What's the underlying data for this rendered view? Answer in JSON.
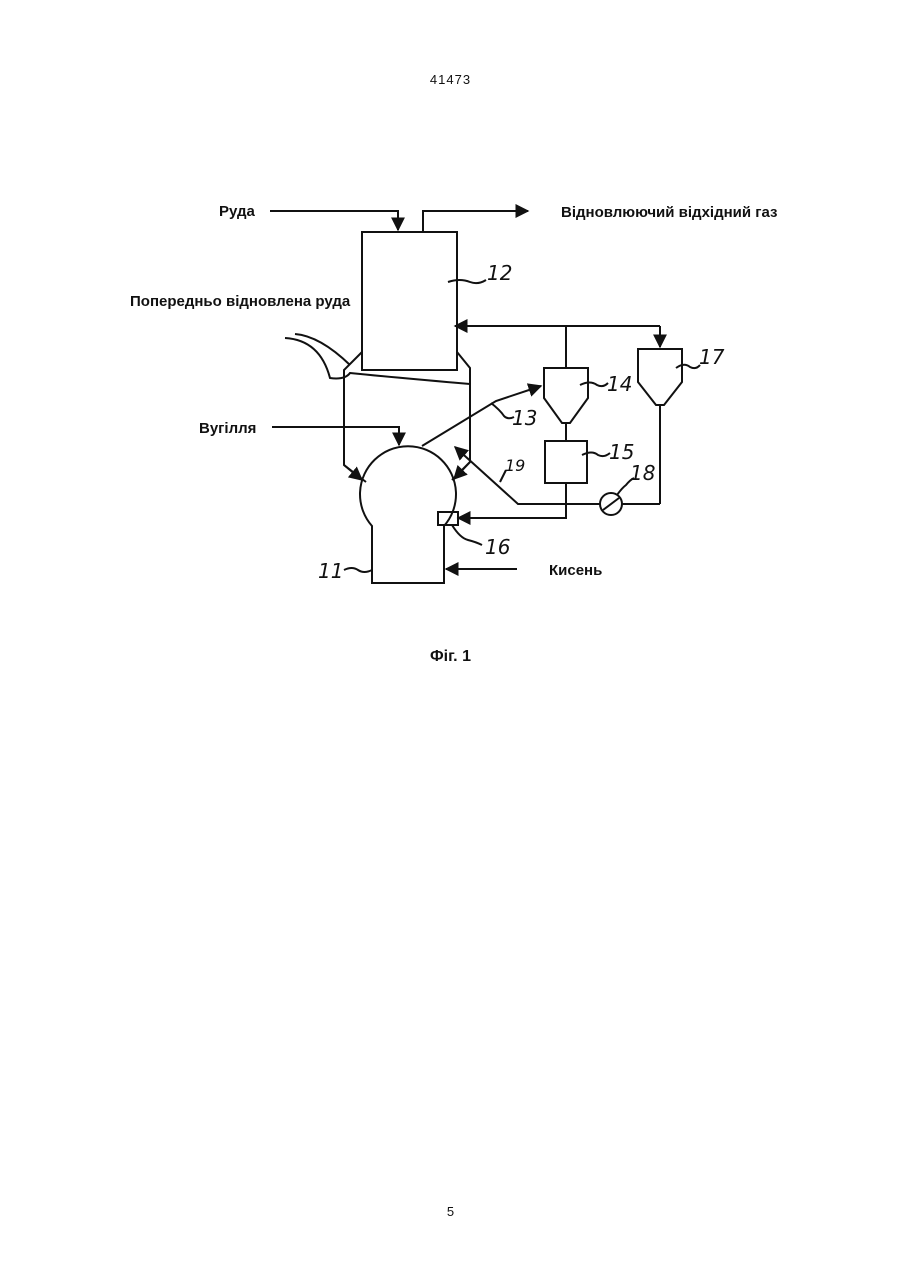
{
  "header": {
    "patent_number": "41473"
  },
  "figure": {
    "labels": {
      "ore": "Руда",
      "reducing_offgas": "Відновлюючий відхідний газ",
      "prereduced_ore": "Попередньо відновлена руда",
      "coal": "Вугілля",
      "oxygen": "Кисень"
    },
    "numbers": {
      "n11": "11",
      "n12": "12",
      "n13": "13",
      "n14": "14",
      "n15": "15",
      "n16": "16",
      "n17": "17",
      "n18": "18",
      "n19": "19"
    },
    "caption": "Фіг. 1"
  },
  "footer": {
    "page_number": "5"
  }
}
